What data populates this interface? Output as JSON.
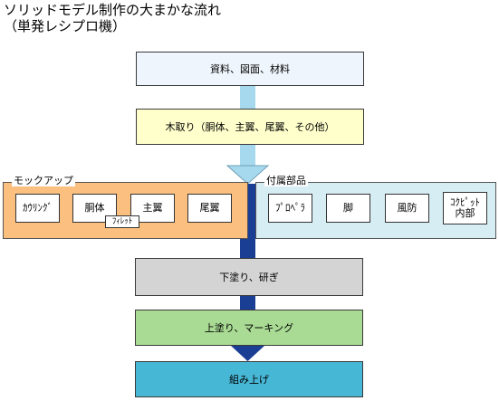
{
  "title": {
    "line1": "ソリッドモデル制作の大まかな流れ",
    "line2": "（単発レシプロ機）"
  },
  "steps": {
    "materials": "資料、図面、材料",
    "rough_cut": "木取り（胴体、主翼、尾翼、その他）",
    "sanding": "下塗り、研ぎ",
    "finishing": "上塗り、マーキング",
    "assembly": "組み上げ"
  },
  "mockup": {
    "label": "モックアップ",
    "parts": [
      "ｶｳﾘﾝｸﾞ",
      "胴体",
      "主翼",
      "尾翼"
    ],
    "fillet": "ﾌｨﾚｯﾄ"
  },
  "accessories": {
    "label": "付属部品",
    "parts": [
      "ﾌﾟﾛﾍﾟﾗ",
      "脚",
      "風防",
      "ｺｸﾋﾟｯﾄ\n内部"
    ]
  },
  "colors": {
    "step_blue_light": "#eef5fc",
    "step_yellow": "#ffffcc",
    "mockup_orange": "#fbbf80",
    "accessory_blue": "#d7edf4",
    "step_gray": "#d4d4d4",
    "step_green": "#a9db94",
    "step_cyan": "#47b7d6",
    "arrow_lightblue": "#a7d9ee",
    "arrow_navy": "#1b3e95"
  }
}
